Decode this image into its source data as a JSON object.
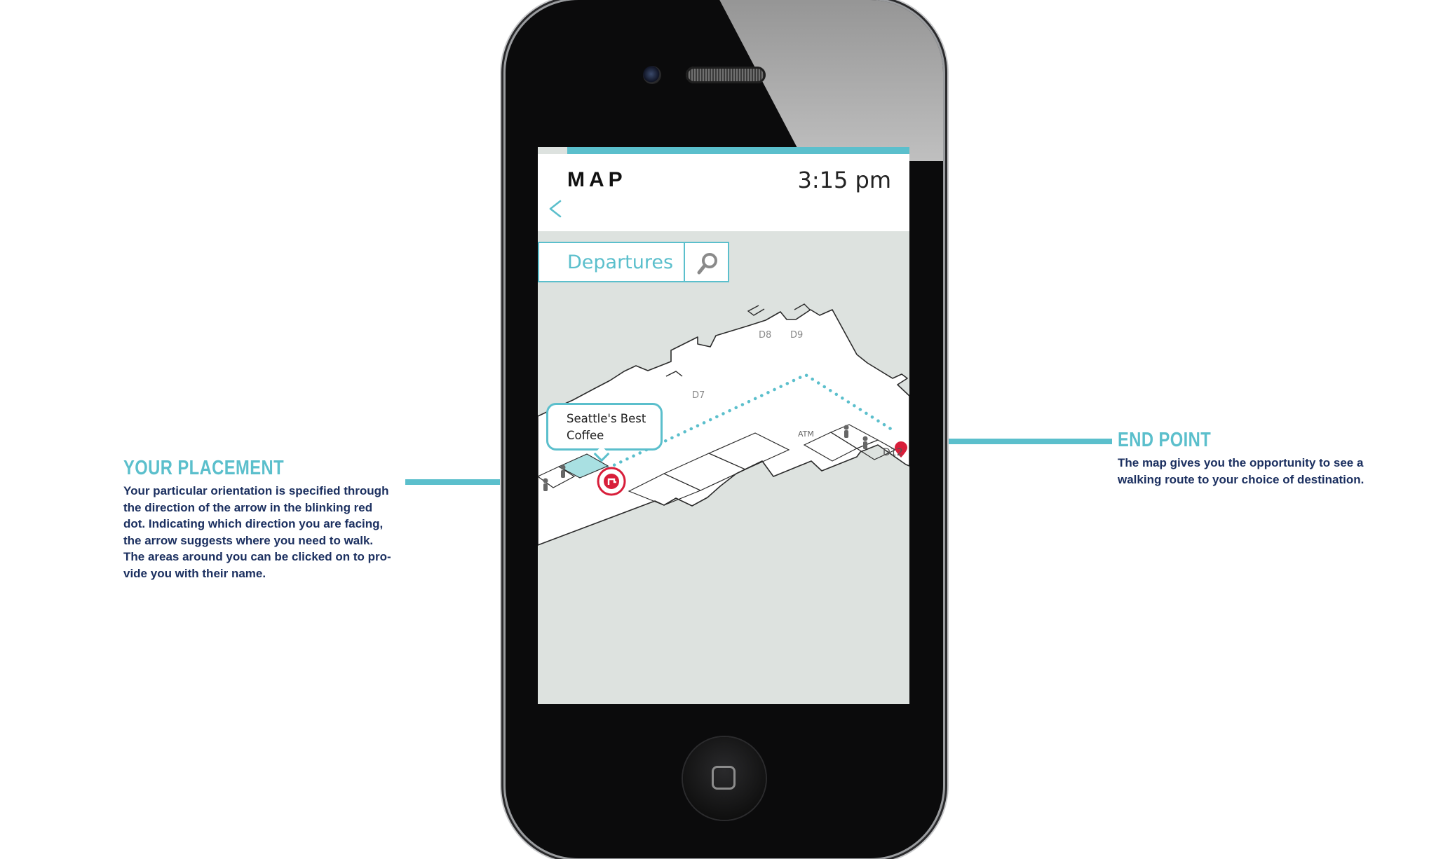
{
  "annotations": {
    "left": {
      "title": "YOUR PLACEMENT",
      "lines": [
        "Your particular orientation is specified through",
        "the direction of the arrow in the blinking red",
        "dot. Indicating which direction you are facing,",
        "the arrow suggests where you need to walk.",
        "The areas around you can be clicked on to pro-",
        "vide you with their name."
      ]
    },
    "right": {
      "title": "END POINT",
      "lines": [
        "The map gives you the opportunity to see a",
        "walking route to your choice of destination."
      ]
    }
  },
  "app": {
    "header": {
      "title": "MAP",
      "time": "3:15 pm",
      "back_icon": "chevron-left-icon"
    },
    "search": {
      "value": "Departures",
      "icon": "search-icon"
    },
    "map": {
      "gates": [
        "D7",
        "D8",
        "D9",
        "D12"
      ],
      "atm_label": "ATM",
      "poi_callout": {
        "line1": "Seattle's Best",
        "line2": "Coffee"
      },
      "current_location_icon": "location-arrow-icon",
      "end_point_icon": "map-pin-icon"
    }
  },
  "colors": {
    "accent": "#5bbfcc",
    "text_dark": "#1c3060",
    "marker_red": "#d81e3a",
    "map_bg": "#dde2df",
    "poi_highlight": "#a9e0e2"
  }
}
